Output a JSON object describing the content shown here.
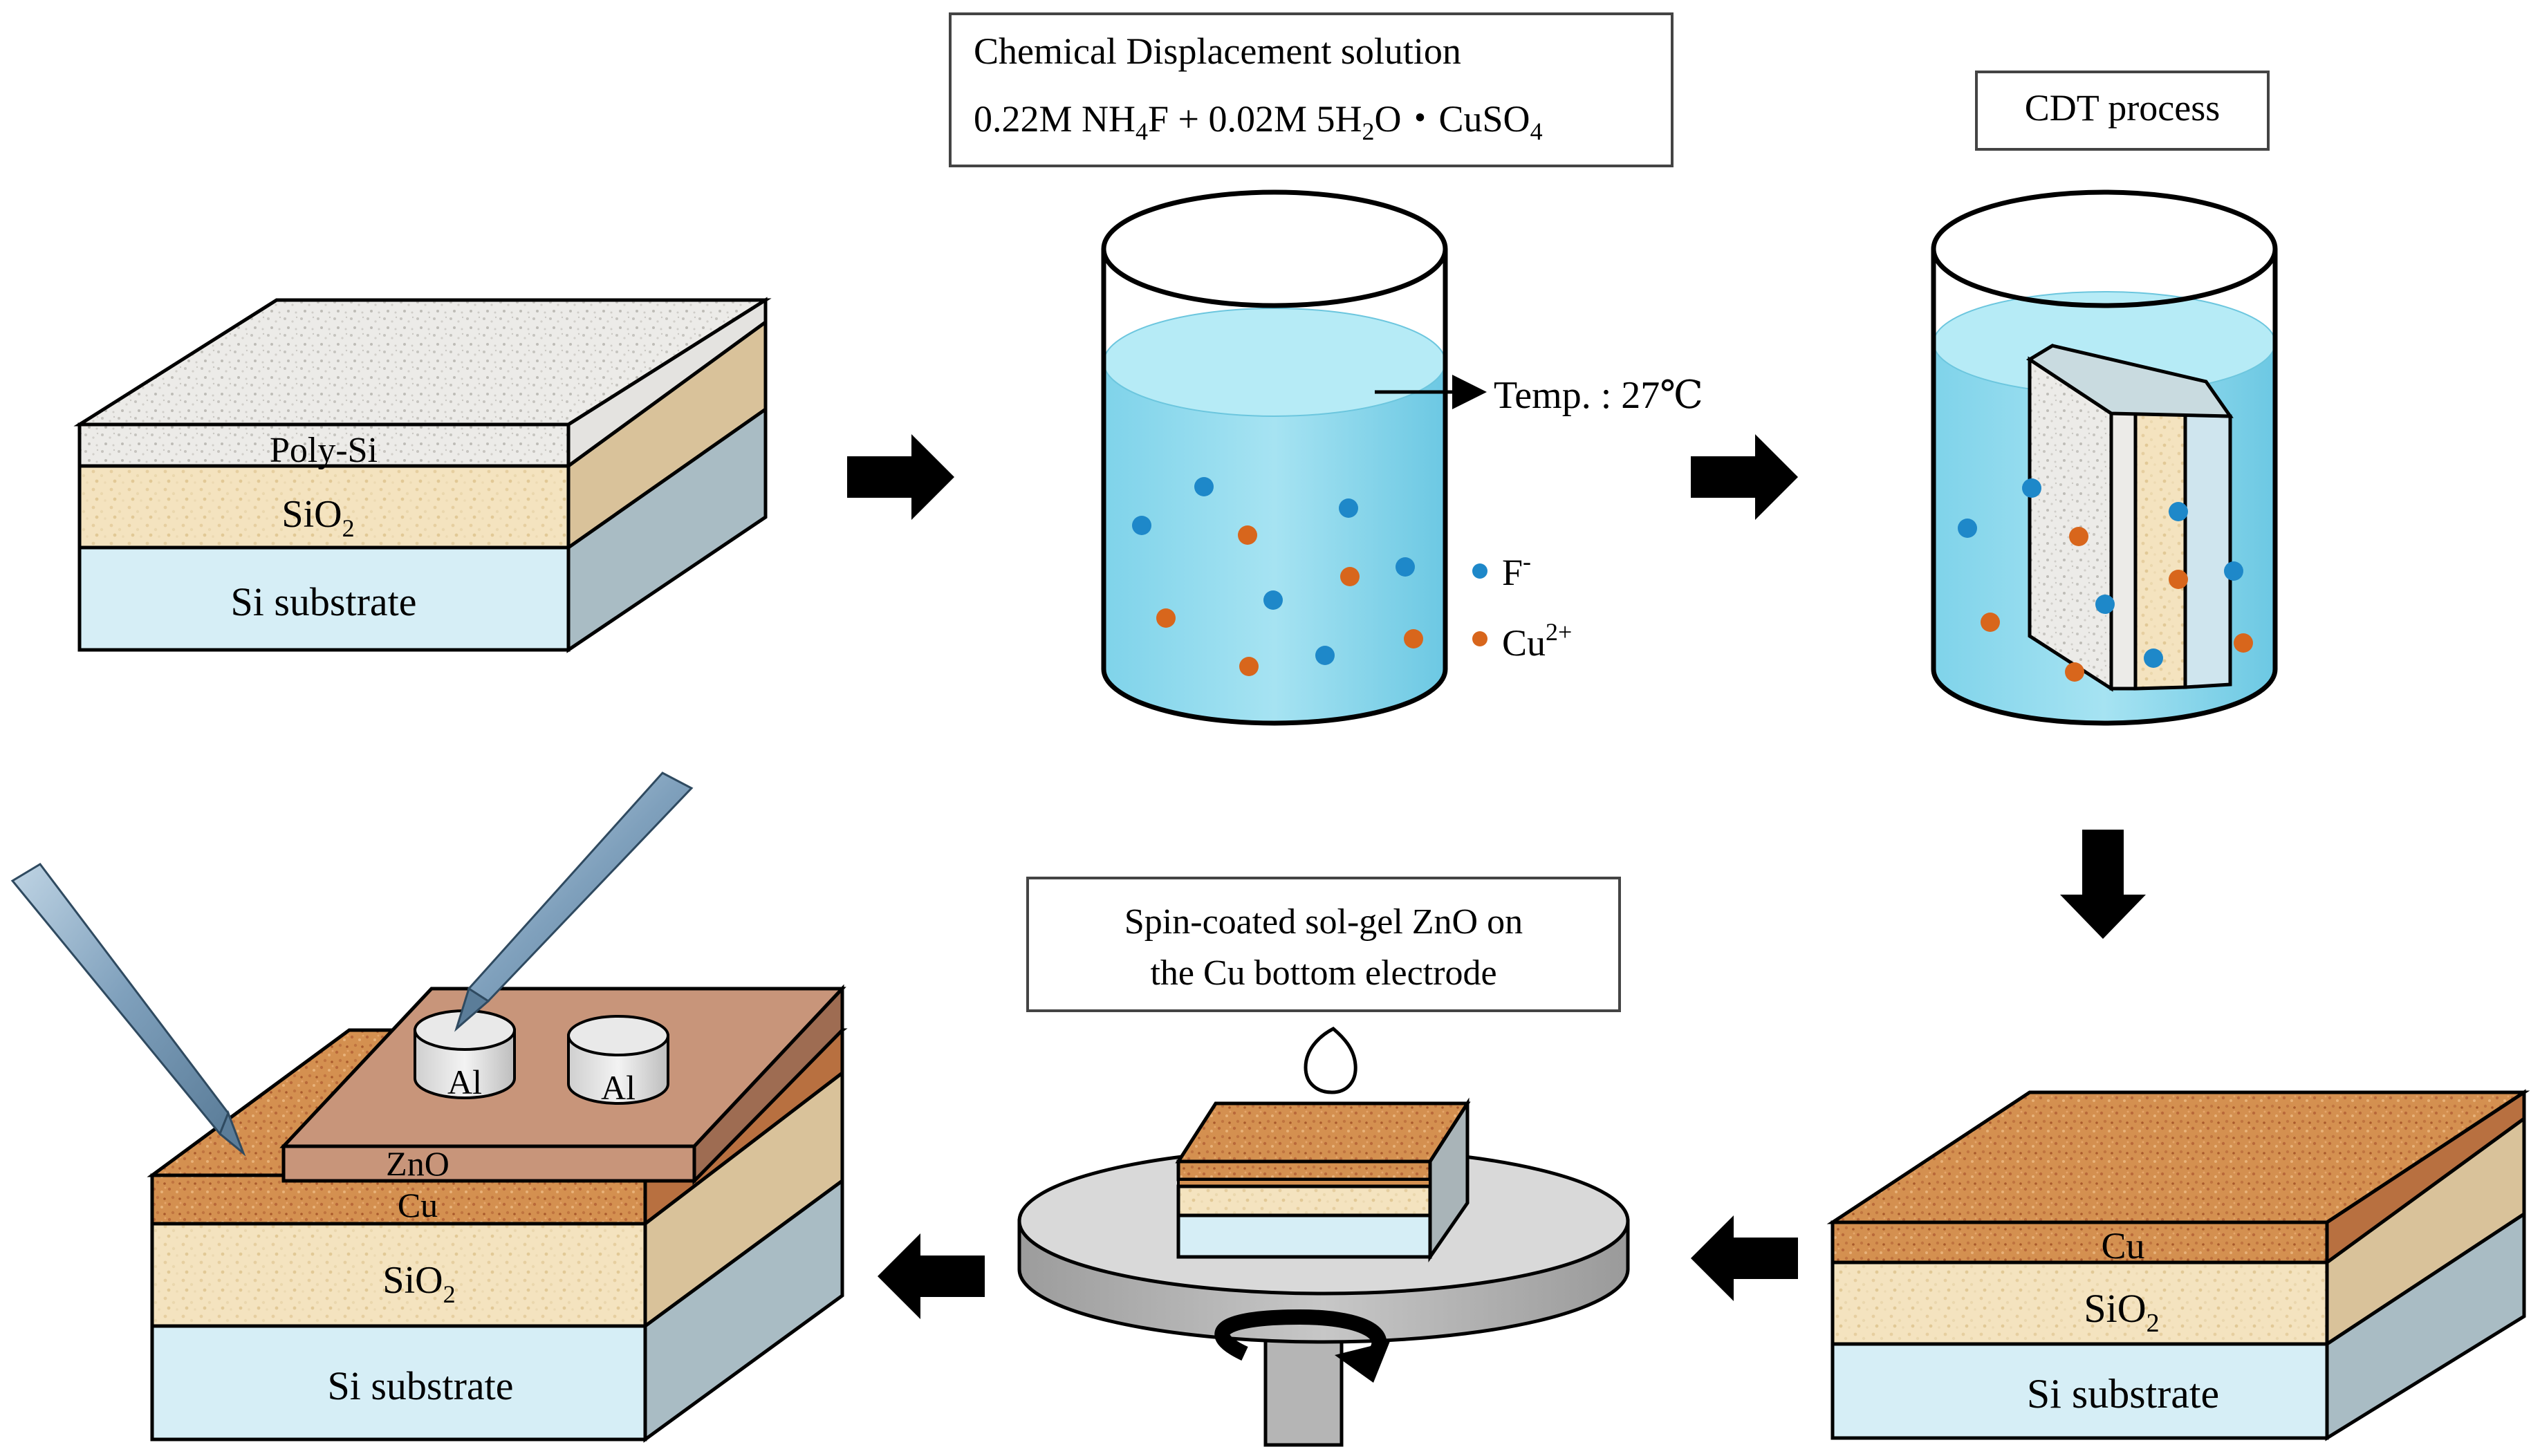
{
  "solution_box": {
    "title": "Chemical Displacement solution",
    "conc1": "0.22M NH",
    "sub_4a": "4",
    "f_plus": "F + 0.02M 5H",
    "sub_2": "2",
    "o_dot": "O・CuSO",
    "sub_4b": "4"
  },
  "cdt_label": "CDT process",
  "spin_box": {
    "line1": "Spin-coated sol-gel ZnO on",
    "line2": "the Cu bottom electrode"
  },
  "temp_label": "Temp. : 27℃",
  "legend": {
    "f": "F",
    "f_sup": "-",
    "cu": "Cu",
    "cu_sup": "2+"
  },
  "stack1": {
    "poly": "Poly-Si",
    "sio2": "SiO",
    "sio2_sub": "2",
    "si": "Si substrate"
  },
  "stack2": {
    "cu": "Cu",
    "sio2": "SiO",
    "sio2_sub": "2",
    "si": "Si substrate"
  },
  "stack3": {
    "al1": "Al",
    "al2": "Al",
    "zno": "ZnO",
    "cu": "Cu",
    "sio2": "SiO",
    "sio2_sub": "2",
    "si": "Si substrate"
  },
  "colors": {
    "ion_f": "#1e88c9",
    "ion_cu": "#d8661c",
    "solution": "#8fdbef",
    "sio2": "#f3dfb6",
    "si": "#d6eef6",
    "cu": "#d2874a",
    "zno": "#c8957a"
  }
}
